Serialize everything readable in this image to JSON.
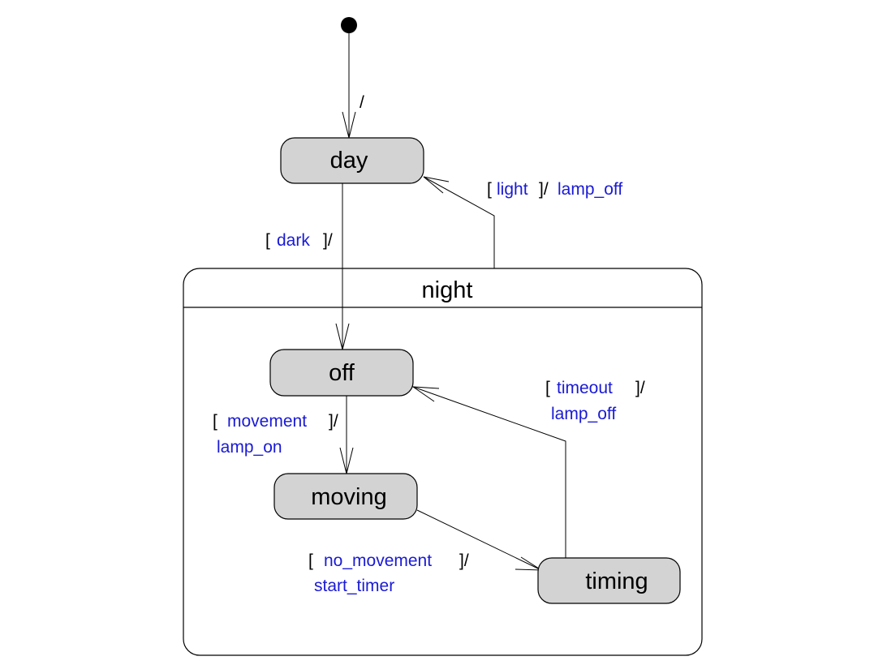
{
  "colors": {
    "state_fill": "#d3d3d3",
    "stroke": "#000000",
    "bracket_text": "#000000",
    "guard_action_text": "#1a1ad6",
    "composite_fill": "#ffffff"
  },
  "states": {
    "initial": {
      "kind": "initial-pseudostate"
    },
    "day": {
      "name": "day"
    },
    "night": {
      "name": "night"
    },
    "off": {
      "name": "off"
    },
    "moving": {
      "name": "moving"
    },
    "timing": {
      "name": "timing"
    }
  },
  "transitions": {
    "initial_to_day": {
      "slash": "/"
    },
    "day_to_off": {
      "open_bracket": "[",
      "guard": "dark",
      "close_slash": "]/"
    },
    "night_to_day": {
      "open_bracket": "[",
      "guard": "light",
      "close_slash": "]/",
      "action": "lamp_off"
    },
    "off_to_moving": {
      "open_bracket": "[",
      "guard": "movement",
      "close_slash": "]/",
      "action": "lamp_on"
    },
    "moving_to_timing": {
      "open_bracket": "[",
      "guard": "no_movement",
      "close_slash": "]/",
      "action": "start_timer"
    },
    "timing_to_off": {
      "open_bracket": "[",
      "guard": "timeout",
      "close_slash": "]/",
      "action": "lamp_off"
    }
  }
}
